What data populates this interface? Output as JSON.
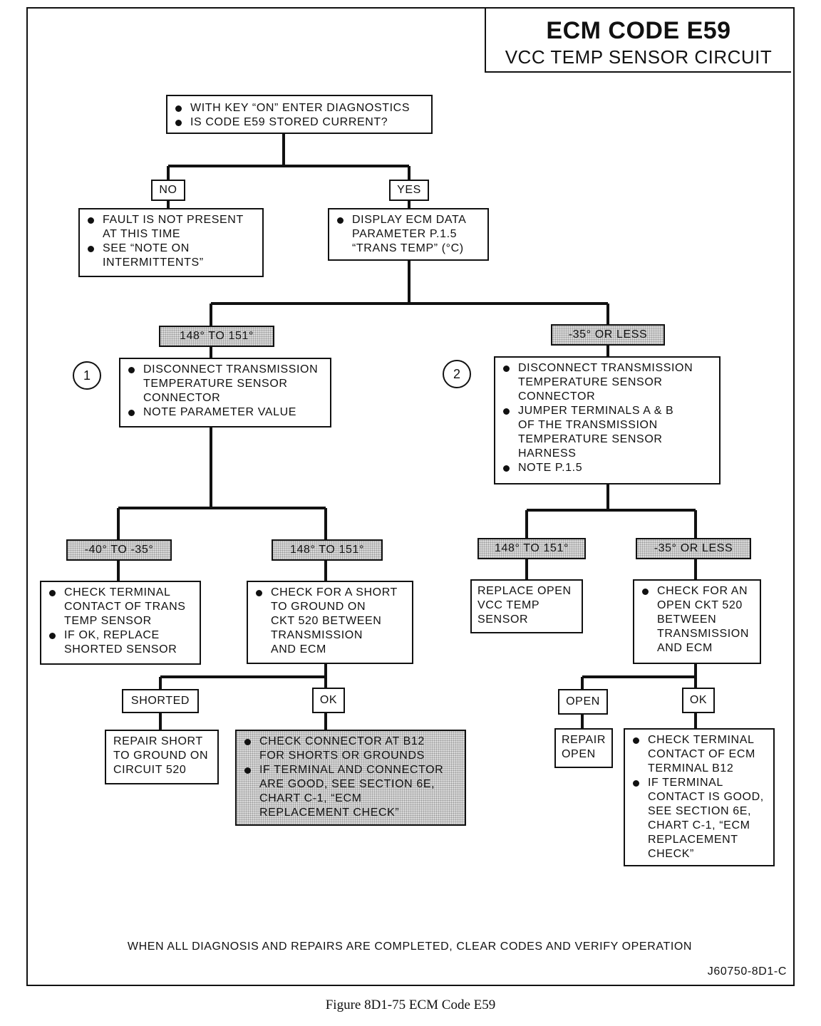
{
  "title": "ECM CODE E59",
  "subtitle": "VCC TEMP SENSOR CIRCUIT",
  "start": {
    "lines": [
      "WITH KEY “ON” ENTER DIAGNOSTICS",
      "IS CODE E59 STORED CURRENT?"
    ]
  },
  "branch_no": "NO",
  "branch_yes": "YES",
  "fault_not_present": {
    "line1": "FAULT IS NOT PRESENT",
    "line2": "AT THIS TIME",
    "line3": "SEE “NOTE ON",
    "line4": "INTERMITTENTS”"
  },
  "display_data": {
    "line1": "DISPLAY ECM DATA",
    "line2": "PARAMETER P.1.5",
    "line3": "“TRANS TEMP” (°C)"
  },
  "range_high": "148° TO 151°",
  "range_low": "-35° OR LESS",
  "step1": {
    "number": "1",
    "line1": "DISCONNECT TRANSMISSION",
    "line2": "TEMPERATURE SENSOR",
    "line3": "CONNECTOR",
    "line4": "NOTE PARAMETER VALUE"
  },
  "step2": {
    "number": "2",
    "line1": "DISCONNECT TRANSMISSION",
    "line2": "TEMPERATURE SENSOR",
    "line3": "CONNECTOR",
    "line4": "JUMPER TERMINALS A & B",
    "line5": "OF THE TRANSMISSION",
    "line6": "TEMPERATURE SENSOR",
    "line7": "HARNESS",
    "line8": "NOTE P.1.5"
  },
  "range_mid": "-40° TO -35°",
  "check_terminal_trans": {
    "line1": "CHECK TERMINAL",
    "line2": "CONTACT OF TRANS",
    "line3": "TEMP SENSOR",
    "line4": "IF OK, REPLACE",
    "line5": "SHORTED SENSOR"
  },
  "check_short": {
    "line1": "CHECK FOR A SHORT",
    "line2": "TO GROUND ON",
    "line3": "CKT 520 BETWEEN",
    "line4": "TRANSMISSION",
    "line5": "AND ECM"
  },
  "replace_open": {
    "line1": "REPLACE OPEN",
    "line2": "VCC TEMP",
    "line3": "SENSOR"
  },
  "check_open": {
    "line1": "CHECK FOR AN",
    "line2": "OPEN CKT 520",
    "line3": "BETWEEN",
    "line4": "TRANSMISSION",
    "line5": "AND ECM"
  },
  "branch_shorted": "SHORTED",
  "branch_ok": "OK",
  "branch_open": "OPEN",
  "repair_short": {
    "line1": "REPAIR SHORT",
    "line2": "TO GROUND ON",
    "line3": "CIRCUIT 520"
  },
  "check_connector": {
    "line1": "CHECK CONNECTOR AT B12",
    "line2": "FOR  SHORTS  OR GROUNDS",
    "line3": "IF TERMINAL  AND CONNECTOR",
    "line4": "ARE GOOD, SEE SECTION  6E,",
    "line5": "CHART C-1, “ECM",
    "line6": "REPLACEMENT CHECK”"
  },
  "repair_open": {
    "line1": "REPAIR",
    "line2": "OPEN"
  },
  "check_terminal_ecm": {
    "line1": "CHECK TERMINAL",
    "line2": "CONTACT OF ECM",
    "line3": "TERMINAL B12",
    "line4": "IF TERMINAL",
    "line5": "CONTACT IS GOOD,",
    "line6": "SEE SECTION 6E,",
    "line7": "CHART C-1, “ECM",
    "line8": "REPLACEMENT",
    "line9": "CHECK”"
  },
  "footer_note": "WHEN ALL DIAGNOSIS AND REPAIRS ARE COMPLETED, CLEAR CODES AND VERIFY OPERATION",
  "ref_code": "J60750-8D1-C",
  "caption": "Figure 8D1-75 ECM Code E59"
}
